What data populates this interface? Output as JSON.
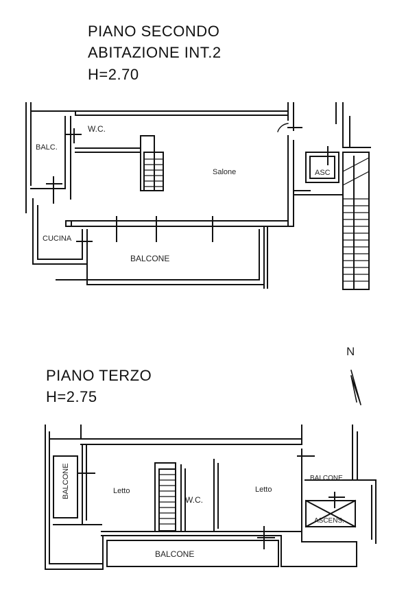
{
  "floor2": {
    "title": "PIANO SECONDO",
    "unit": "ABITAZIONE INT.2",
    "height": "H=2.70",
    "rooms": {
      "wc": "W.C.",
      "balc": "BALC.",
      "salone": "Salone",
      "asc": "ASC",
      "cucina": "CUCINA",
      "balcone": "BALCONE"
    }
  },
  "floor3": {
    "title": "PIANO TERZO",
    "height": "H=2.75",
    "rooms": {
      "balcone_left": "BALCONE",
      "letto_left": "Letto",
      "wc": "W.C.",
      "letto_right": "Letto",
      "balcone_right": "BALCONE",
      "ascens": "ASCENS.",
      "balcone_bottom": "BALCONE"
    }
  },
  "north": {
    "label": "N"
  }
}
